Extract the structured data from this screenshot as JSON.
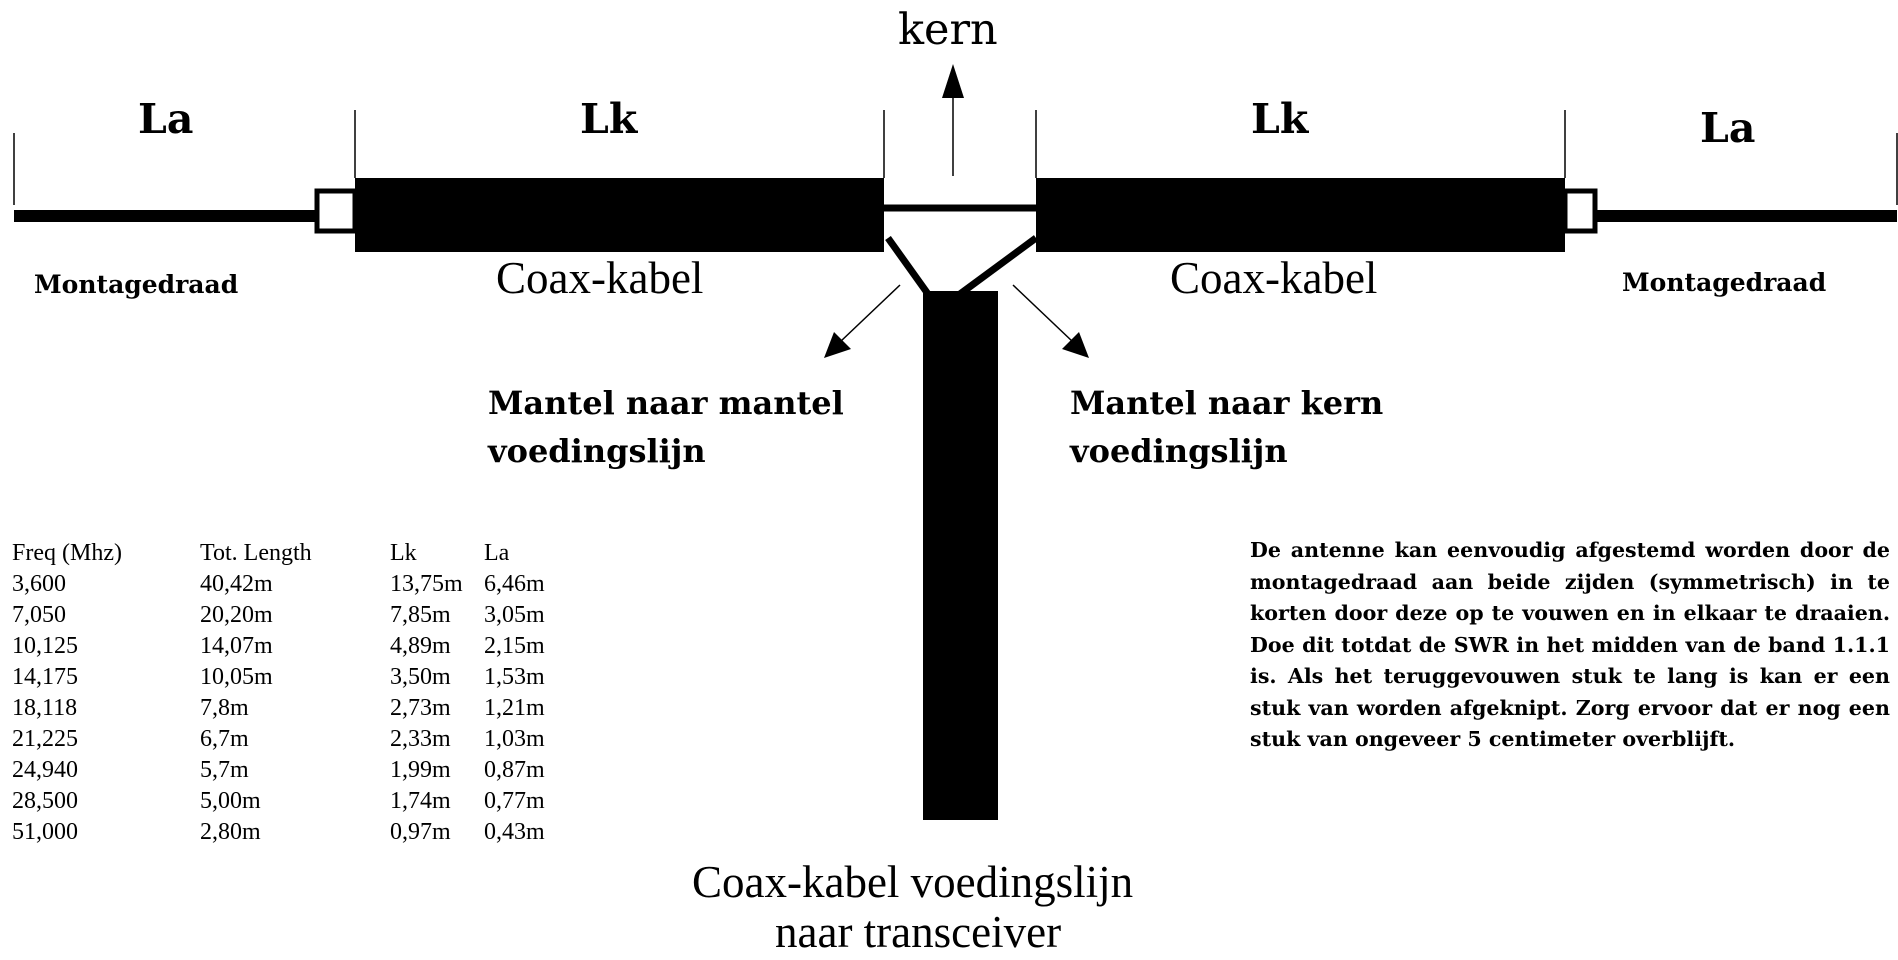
{
  "labels": {
    "kern": "kern",
    "la_left": "La",
    "lk_left": "Lk",
    "lk_right": "Lk",
    "la_right": "La",
    "montagedraad_left": "Montagedraad",
    "montagedraad_right": "Montagedraad",
    "coax_left": "Coax-kabel",
    "coax_right": "Coax-kabel",
    "mantel_mantel_line1": "Mantel naar mantel",
    "mantel_mantel_line2": "voedingslijn",
    "mantel_kern_line1": "Mantel naar kern",
    "mantel_kern_line2": "voedingslijn",
    "feedline_line1": "Coax-kabel voedingslijn",
    "feedline_line2": "naar transceiver"
  },
  "table": {
    "headers": [
      "Freq (Mhz)",
      "Tot. Length",
      "Lk",
      "La"
    ],
    "rows": [
      [
        "3,600",
        "40,42m",
        "13,75m",
        "6,46m"
      ],
      [
        "7,050",
        "20,20m",
        "7,85m",
        "3,05m"
      ],
      [
        "10,125",
        "14,07m",
        "4,89m",
        "2,15m"
      ],
      [
        "14,175",
        "10,05m",
        "3,50m",
        "1,53m"
      ],
      [
        "18,118",
        "7,8m",
        "2,73m",
        "1,21m"
      ],
      [
        "21,225",
        "6,7m",
        "2,33m",
        "1,03m"
      ],
      [
        "24,940",
        "5,7m",
        "1,99m",
        "0,87m"
      ],
      [
        "28,500",
        "5,00m",
        "1,74m",
        "0,77m"
      ],
      [
        "51,000",
        "2,80m",
        "0,97m",
        "0,43m"
      ]
    ]
  },
  "note": "De antenne kan eenvoudig afgestemd worden door de montagedraad aan beide zijden (symmetrisch) in te korten door deze op te vouwen en in elkaar te draaien. Doe dit totdat de SWR in het midden van de band 1.1.1 is. Als het teruggevouwen stuk te lang is kan er een stuk van worden afgeknipt. Zorg ervoor dat er nog een stuk van ongeveer 5 centimeter overblijft."
}
